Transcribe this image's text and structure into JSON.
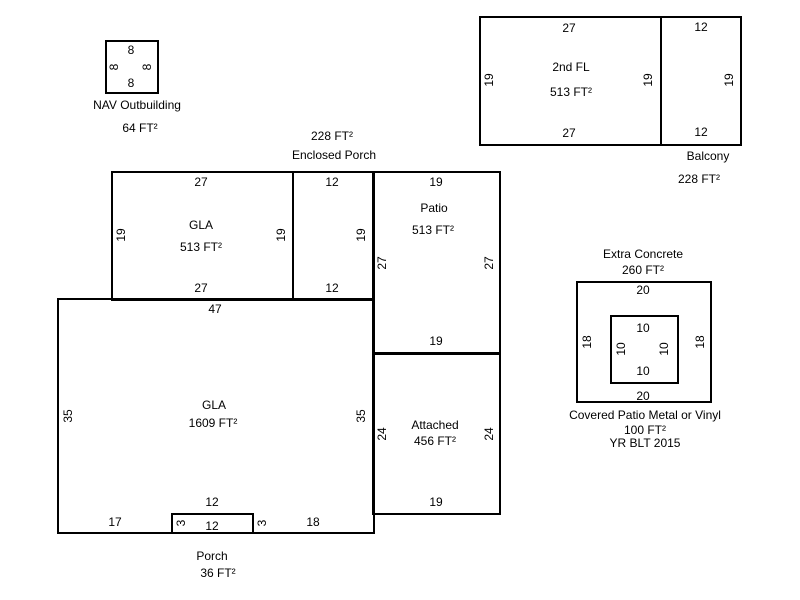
{
  "nav_outbuilding": {
    "label": "NAV Outbuilding",
    "area": "64 FT²",
    "dims": {
      "top": "8",
      "bottom": "8",
      "left": "8",
      "right": "8"
    }
  },
  "second_fl": {
    "label": "2nd FL",
    "area": "513 FT²",
    "dims": {
      "top": "27",
      "bottom": "27",
      "left": "19",
      "right": "19"
    }
  },
  "balcony": {
    "label": "Balcony",
    "area": "228 FT²",
    "dims": {
      "top": "12",
      "bottom": "12",
      "right": "19"
    }
  },
  "enclosed_porch": {
    "label": "Enclosed Porch",
    "area": "228 FT²",
    "dims": {
      "top": "12",
      "bottom": "12",
      "right": "19"
    }
  },
  "gla_upper": {
    "label": "GLA",
    "area": "513 FT²",
    "dims": {
      "top": "27",
      "bottom": "27",
      "left": "19",
      "right": "19"
    }
  },
  "patio": {
    "label": "Patio",
    "area": "513 FT²",
    "dims": {
      "top": "19",
      "bottom": "19",
      "left": "27",
      "right": "27"
    }
  },
  "gla_main": {
    "label": "GLA",
    "area": "1609 FT²",
    "dims": {
      "top": "47",
      "left": "35",
      "right": "35",
      "bottom_left": "17",
      "bottom_right": "18"
    }
  },
  "attached": {
    "label": "Attached",
    "area": "456 FT²",
    "dims": {
      "bottom": "19",
      "left": "24",
      "right": "24"
    }
  },
  "porch": {
    "label": "Porch",
    "area": "36 FT²",
    "dims": {
      "top": "12",
      "bottom": "12",
      "left": "3",
      "right": "3"
    }
  },
  "extra_concrete": {
    "label": "Extra Concrete",
    "area": "260 FT²",
    "dims": {
      "top": "20",
      "bottom": "20",
      "left": "18",
      "right": "18"
    }
  },
  "covered_patio": {
    "label": "Covered Patio Metal or Vinyl",
    "area": "100 FT²",
    "year": "YR BLT 2015",
    "dims": {
      "top": "10",
      "bottom": "10",
      "left": "10",
      "right": "10"
    }
  }
}
